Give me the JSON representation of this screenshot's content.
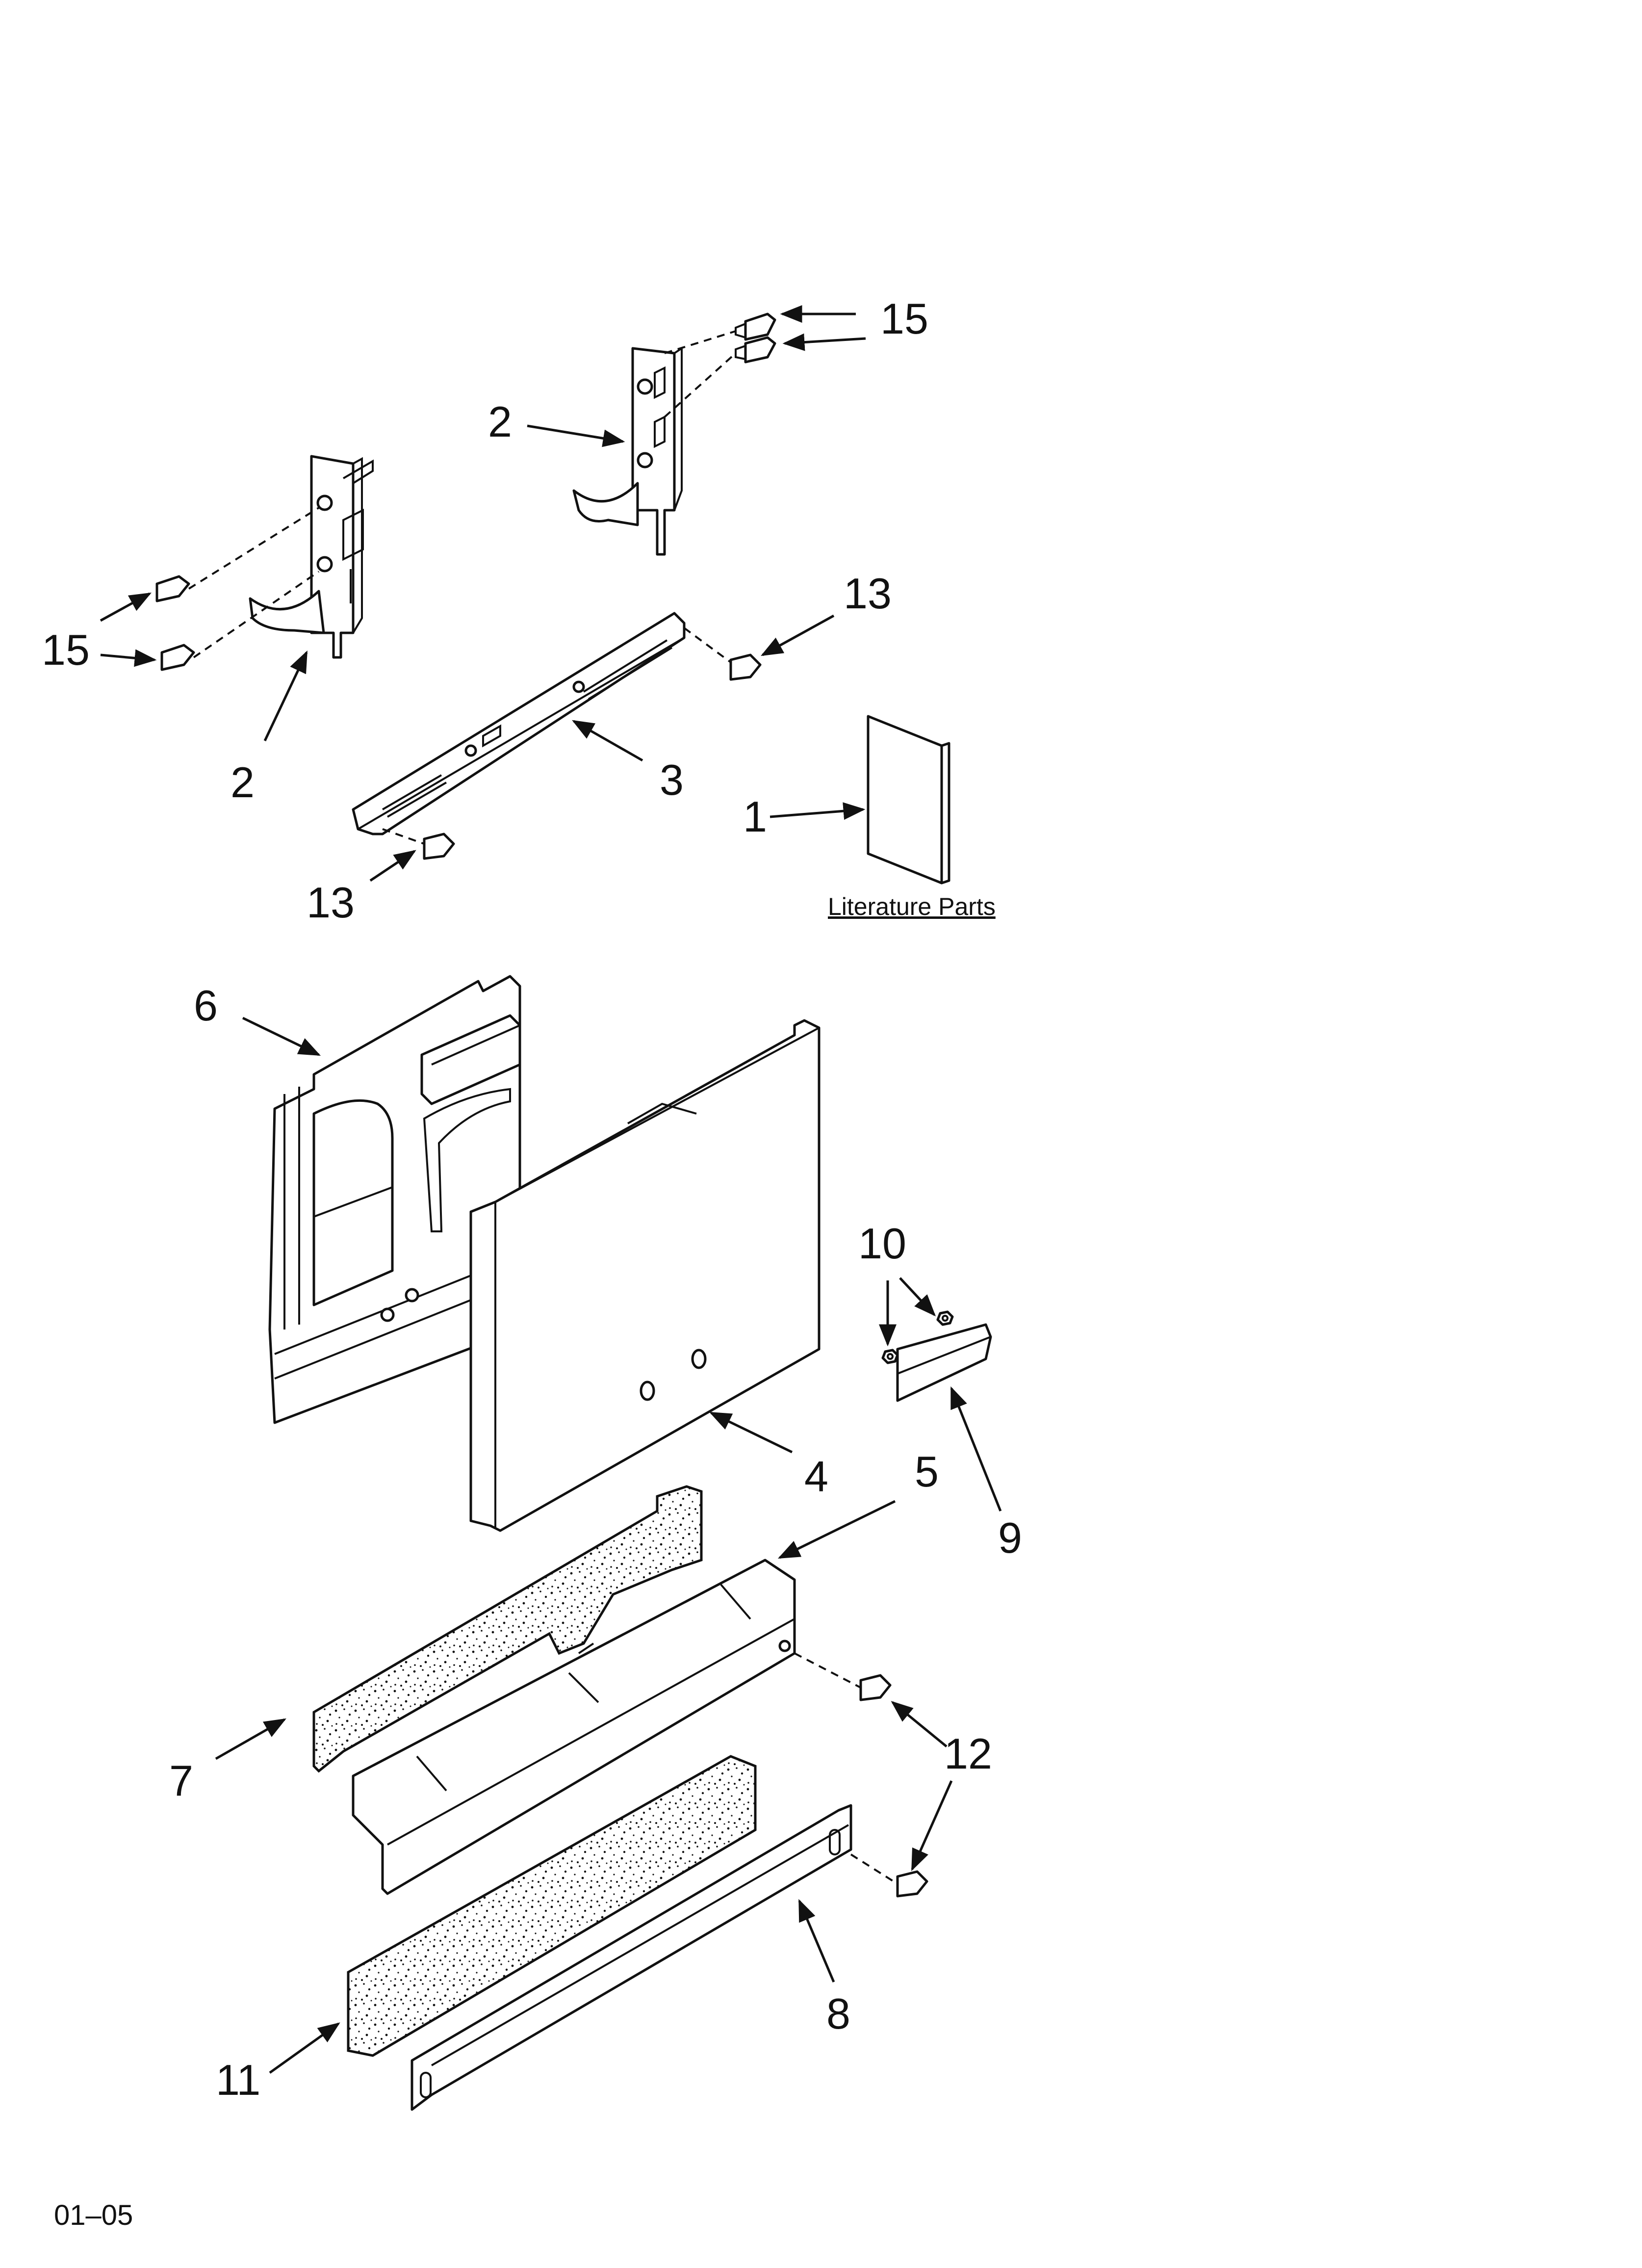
{
  "callouts": {
    "c1": "1",
    "c2a": "2",
    "c2b": "2",
    "c3": "3",
    "c4": "4",
    "c5": "5",
    "c6": "6",
    "c7": "7",
    "c8": "8",
    "c9": "9",
    "c10": "10",
    "c11": "11",
    "c12": "12",
    "c13a": "13",
    "c13b": "13",
    "c15a": "15",
    "c15b": "15"
  },
  "literature_label": "Literature Parts",
  "footer_code": "01–05",
  "colors": {
    "line": "#111111",
    "background": "#ffffff"
  }
}
